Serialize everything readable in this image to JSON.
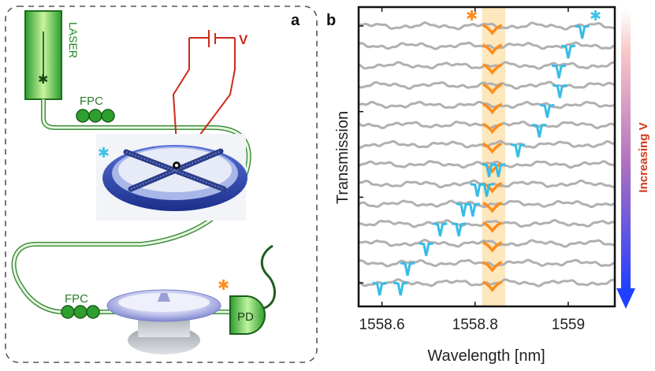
{
  "panel_a": {
    "label": "a",
    "laser_label": "LASER",
    "fpc_top_label": "FPC",
    "fpc_bottom_label": "FPC",
    "voltage_label": "V",
    "pd_label": "PD",
    "colors": {
      "laser_green": "#1f9a1f",
      "fiber_green": "#3f8f3f",
      "wire_red": "#cc2a1a",
      "mems_blue": "#2d45b0",
      "cyan_marker": "#41c2e6",
      "orange_marker": "#ff8c1a",
      "border_gray": "#555555"
    }
  },
  "panel_b": {
    "label": "b",
    "colors": {
      "gray_trace": "#b0b0b0",
      "orange_resonance": "#ff8c1a",
      "cyan_resonance": "#35bde6",
      "highlight_band": "#fde7bd"
    },
    "colorbar_label": "Increasing V",
    "colorbar_label_color": "#d13a1a",
    "colorbar_colors": [
      "#ffffff",
      "#f8c8c8",
      "#b070c0",
      "#2040ff"
    ],
    "chart_data": {
      "type": "line",
      "title": "",
      "xlabel": "Wavelength [nm]",
      "ylabel": "Transmission",
      "xlim": [
        1558.55,
        1559.1
      ],
      "xticks": [
        1558.6,
        1558.8,
        1559
      ],
      "xtick_labels": [
        "1558.6",
        "1558.8",
        "1559"
      ],
      "yticks_shown": false,
      "orange_resonance_nm": 1558.837,
      "highlight_band_nm": [
        1558.815,
        1558.865
      ],
      "n_traces": 14,
      "trace_order": "top = lowest voltage, bottom = highest voltage",
      "cyan_resonances_nm": [
        [
          1559.03
        ],
        [
          1559.0
        ],
        [
          1558.98
        ],
        [
          1558.982
        ],
        [
          1558.955
        ],
        [
          1558.938
        ],
        [
          1558.892
        ],
        [
          1558.83,
          1558.85
        ],
        [
          1558.805,
          1558.825
        ],
        [
          1558.775,
          1558.795
        ],
        [
          1558.725,
          1558.765
        ],
        [
          1558.695
        ],
        [
          1558.655
        ],
        [
          1558.595,
          1558.64
        ]
      ]
    }
  }
}
